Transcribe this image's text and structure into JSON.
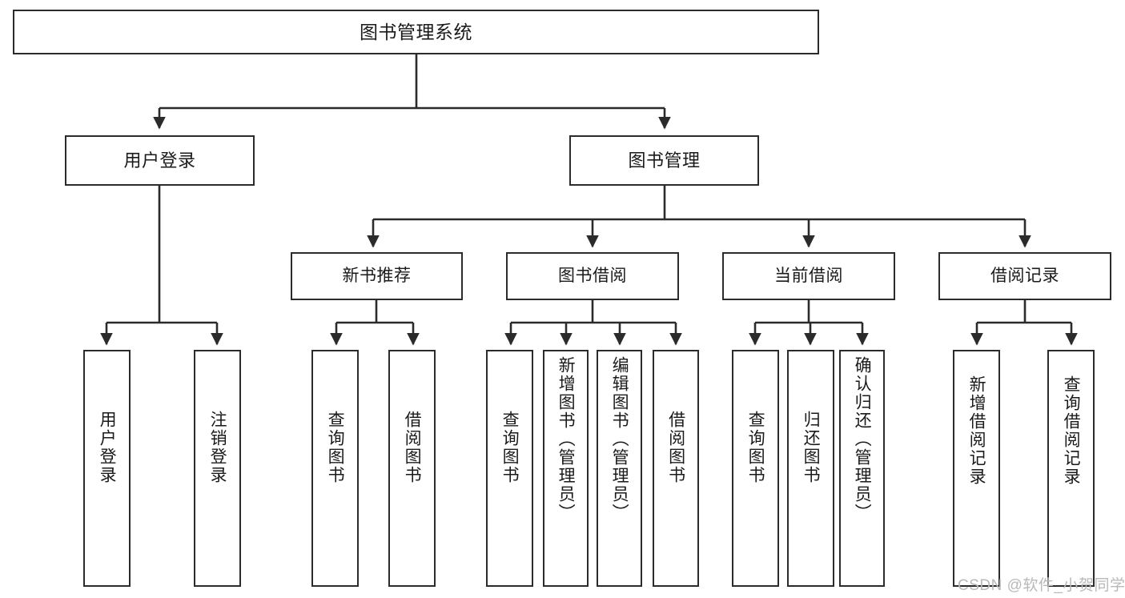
{
  "diagram": {
    "type": "tree-hierarchy",
    "title": "图书管理系统",
    "watermark": "CSDN @软件_小贺同学",
    "colors": {
      "box_border": "#2b2b2b",
      "box_fill": "#ffffff",
      "connector": "#2b2b2b",
      "text": "#1a1a1a",
      "watermark": "#b9b9b9"
    },
    "nodes": {
      "root": {
        "label": "图书管理系统"
      },
      "level2": [
        {
          "id": "user-login",
          "label": "用户登录"
        },
        {
          "id": "book-manage",
          "label": "图书管理"
        }
      ],
      "level3": [
        {
          "id": "new-book-recommend",
          "label": "新书推荐"
        },
        {
          "id": "book-borrow",
          "label": "图书借阅"
        },
        {
          "id": "current-borrow",
          "label": "当前借阅"
        },
        {
          "id": "borrow-record",
          "label": "借阅记录"
        }
      ],
      "leaves": {
        "user_login": [
          {
            "id": "leaf-user-login",
            "label": "用户登录"
          },
          {
            "id": "leaf-logout",
            "label": "注销登录"
          }
        ],
        "new_book_recommend": [
          {
            "id": "leaf-query-book-1",
            "label": "查询图书"
          },
          {
            "id": "leaf-borrow-book-1",
            "label": "借阅图书"
          }
        ],
        "book_borrow": [
          {
            "id": "leaf-query-book-2",
            "label": "查询图书"
          },
          {
            "id": "leaf-add-book",
            "label": "新增图书（管理员）"
          },
          {
            "id": "leaf-edit-book",
            "label": "编辑图书（管理员）"
          },
          {
            "id": "leaf-borrow-book-2",
            "label": "借阅图书"
          }
        ],
        "current_borrow": [
          {
            "id": "leaf-query-book-3",
            "label": "查询图书"
          },
          {
            "id": "leaf-return-book",
            "label": "归还图书"
          },
          {
            "id": "leaf-confirm-return",
            "label": "确认归还（管理员）"
          }
        ],
        "borrow_record": [
          {
            "id": "leaf-add-record",
            "label": "新增借阅记录"
          },
          {
            "id": "leaf-query-record",
            "label": "查询借阅记录"
          }
        ]
      }
    }
  }
}
